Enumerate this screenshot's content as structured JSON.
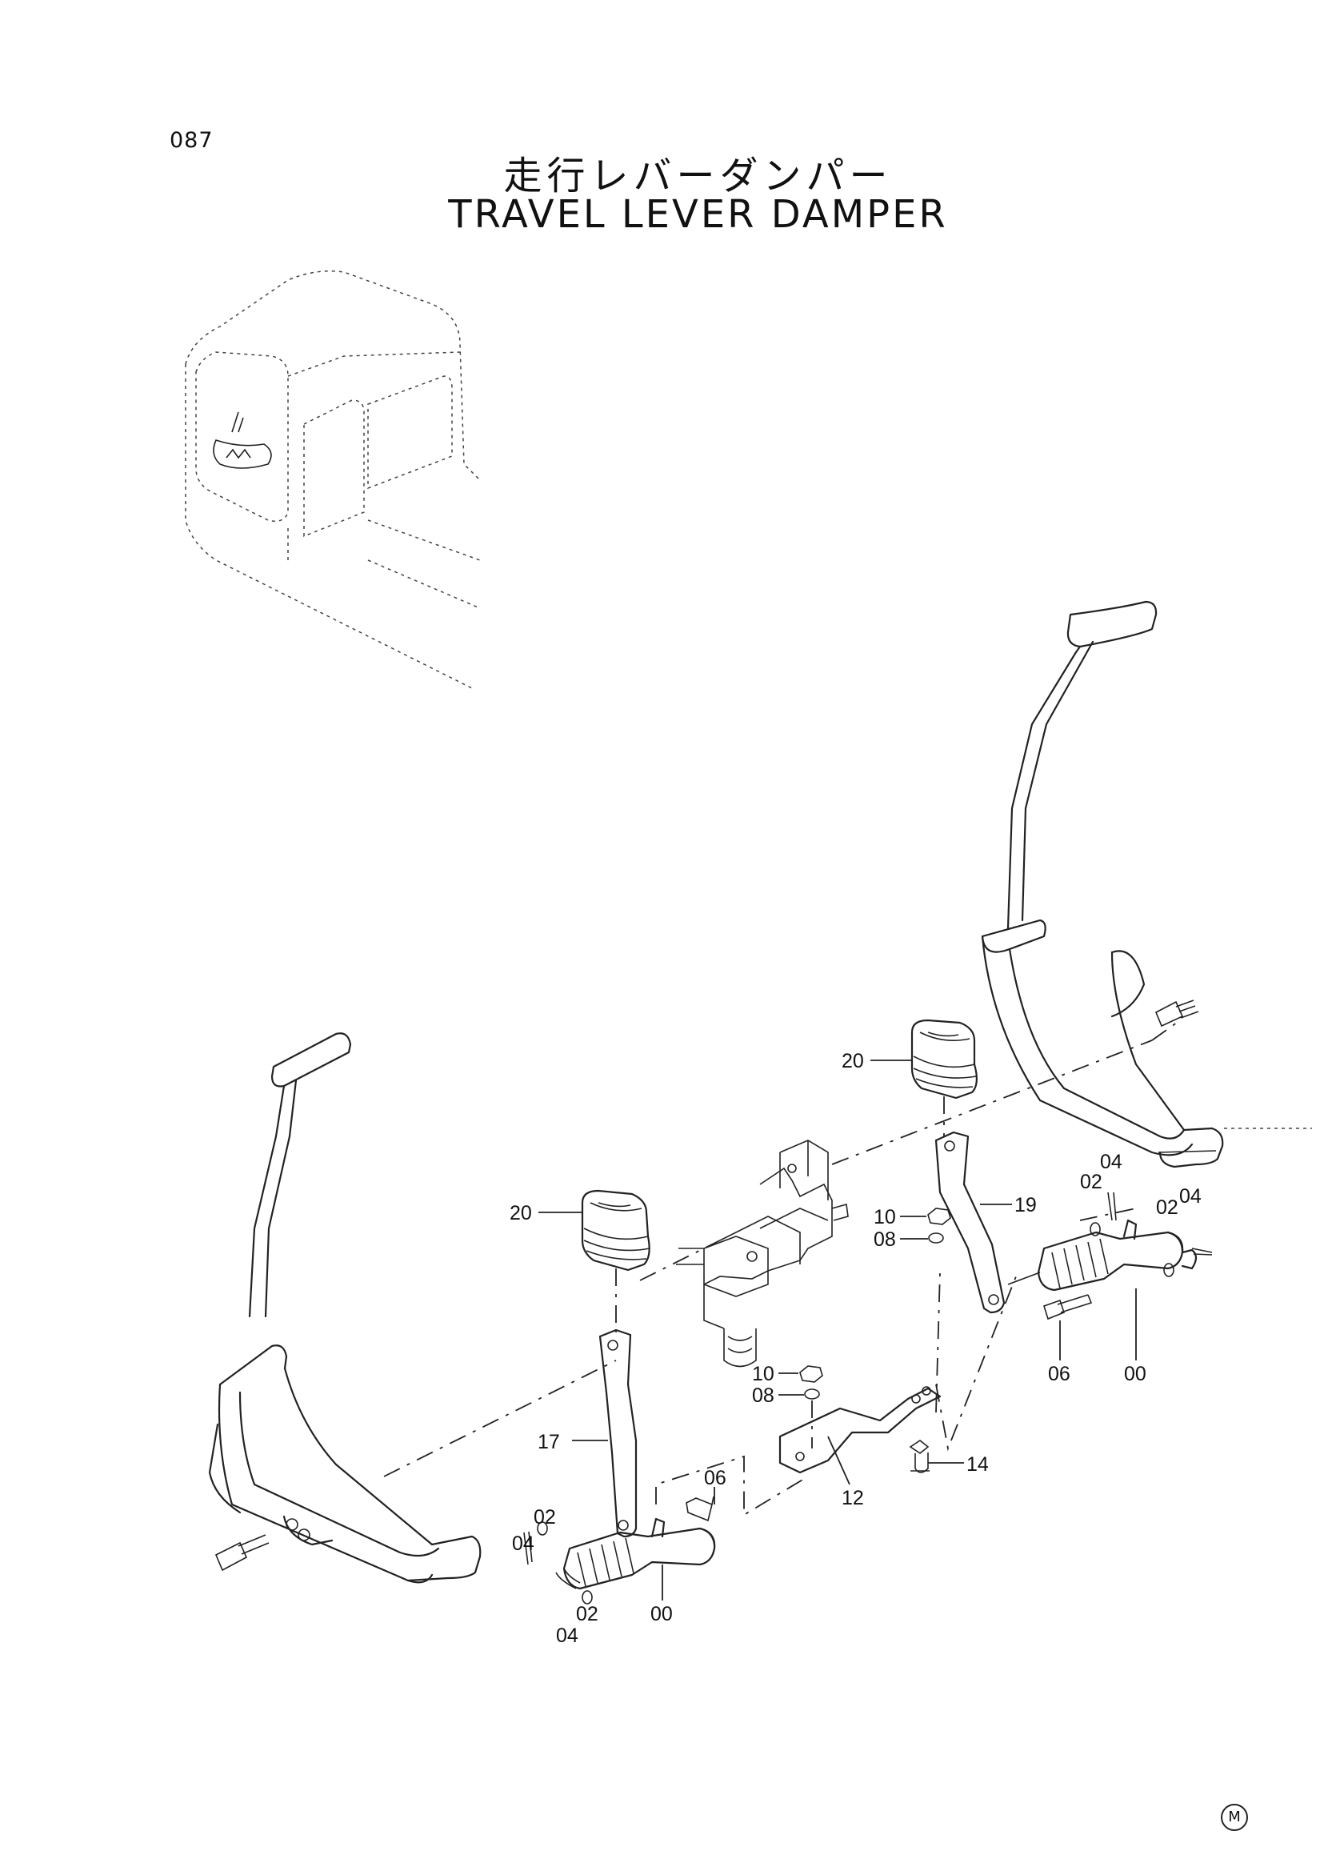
{
  "page": {
    "number": "087",
    "title_jp": "走行レバーダンパー",
    "title_en": "TRAVEL LEVER DAMPER",
    "maker_mark": "M"
  },
  "callouts": {
    "c20a": "20",
    "c20b": "20",
    "c19": "19",
    "c17": "17",
    "c12": "12",
    "c14": "14",
    "c10a": "10",
    "c10b": "10",
    "c08a": "08",
    "c08b": "08",
    "c06a": "06",
    "c06b": "06",
    "c00a": "00",
    "c00b": "00",
    "c02a": "02",
    "c02b": "02",
    "c02c": "02",
    "c02d": "02",
    "c04a": "04",
    "c04b": "04",
    "c04c": "04",
    "c04d": "04"
  }
}
